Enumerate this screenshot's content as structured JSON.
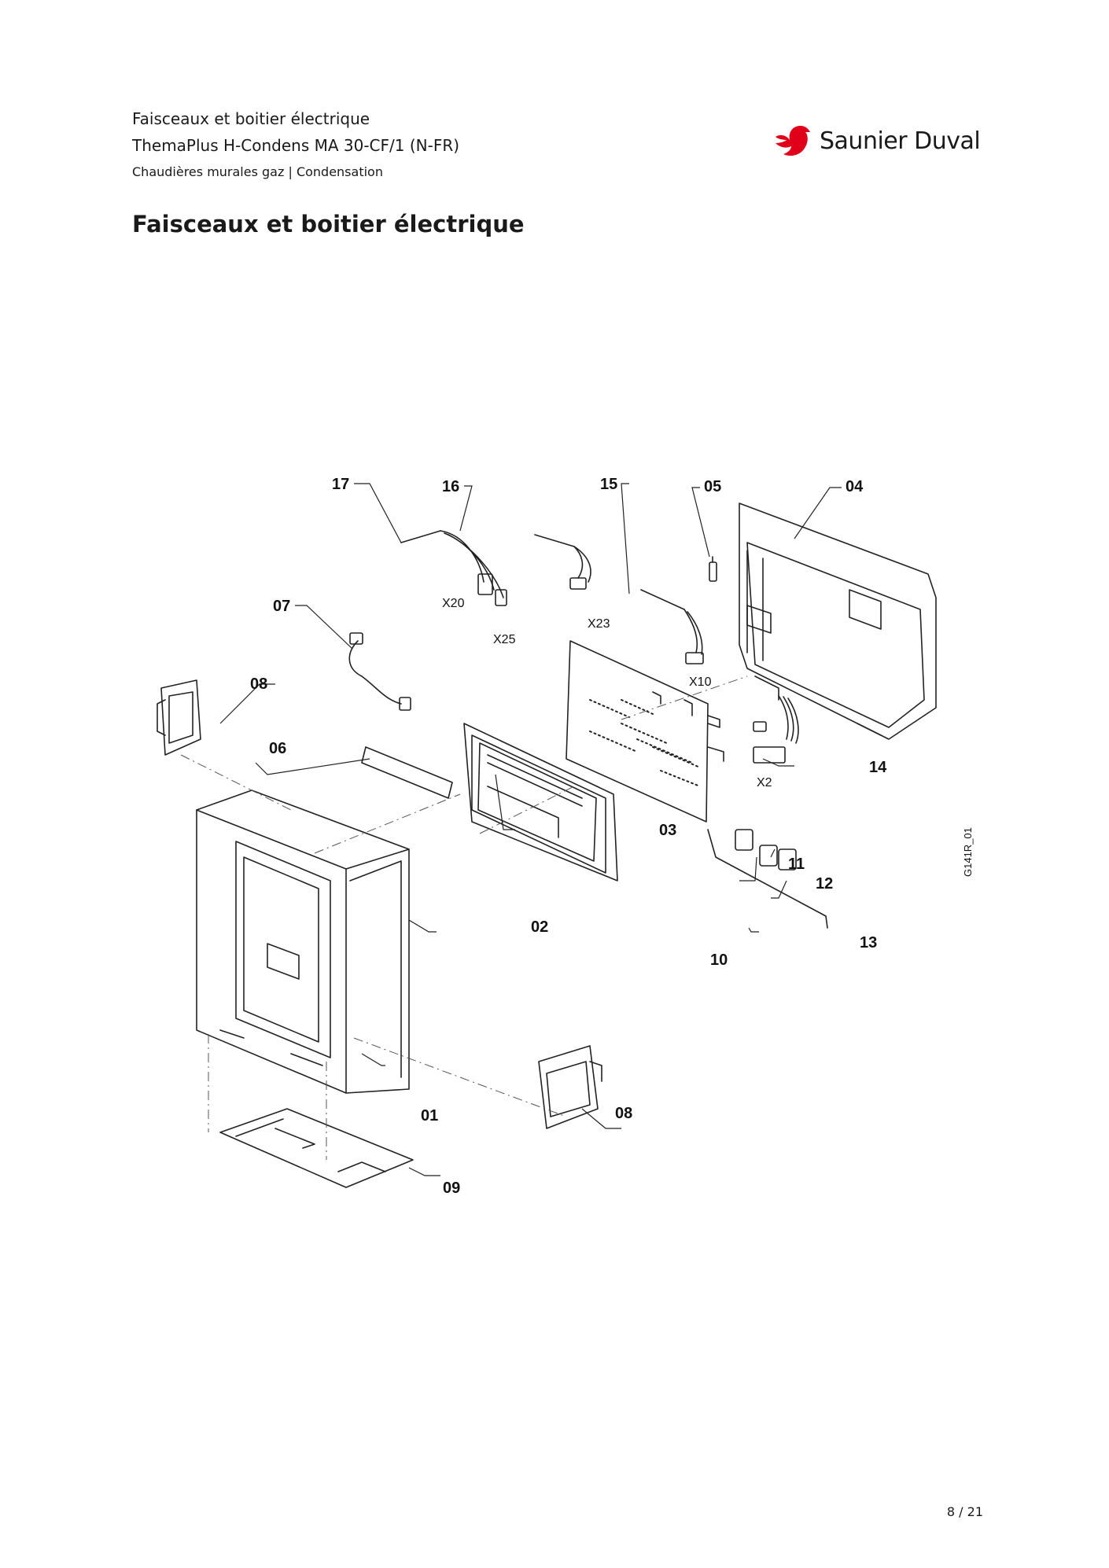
{
  "header": {
    "line1": "Faisceaux et boitier électrique",
    "line2": "ThemaPlus H-Condens MA 30-CF/1 (N-FR)",
    "line3": "Chaudières murales gaz | Condensation"
  },
  "brand": {
    "name": "Saunier Duval",
    "color": "#e1001a",
    "logo_icon": "red-bird-logo-icon"
  },
  "page_title": "Faisceaux et boitier électrique",
  "diagram": {
    "callouts": {
      "c01": "01",
      "c02": "02",
      "c03": "03",
      "c04": "04",
      "c05": "05",
      "c06": "06",
      "c07": "07",
      "c08a": "08",
      "c08b": "08",
      "c09": "09",
      "c10": "10",
      "c11": "11",
      "c12": "12",
      "c13": "13",
      "c14": "14",
      "c15": "15",
      "c16": "16",
      "c17": "17"
    },
    "connectors": {
      "x20": "X20",
      "x25": "X25",
      "x23": "X23",
      "x10": "X10",
      "x2": "X2"
    },
    "drawing_ref": "G141R_01"
  },
  "page_number": "8 / 21"
}
